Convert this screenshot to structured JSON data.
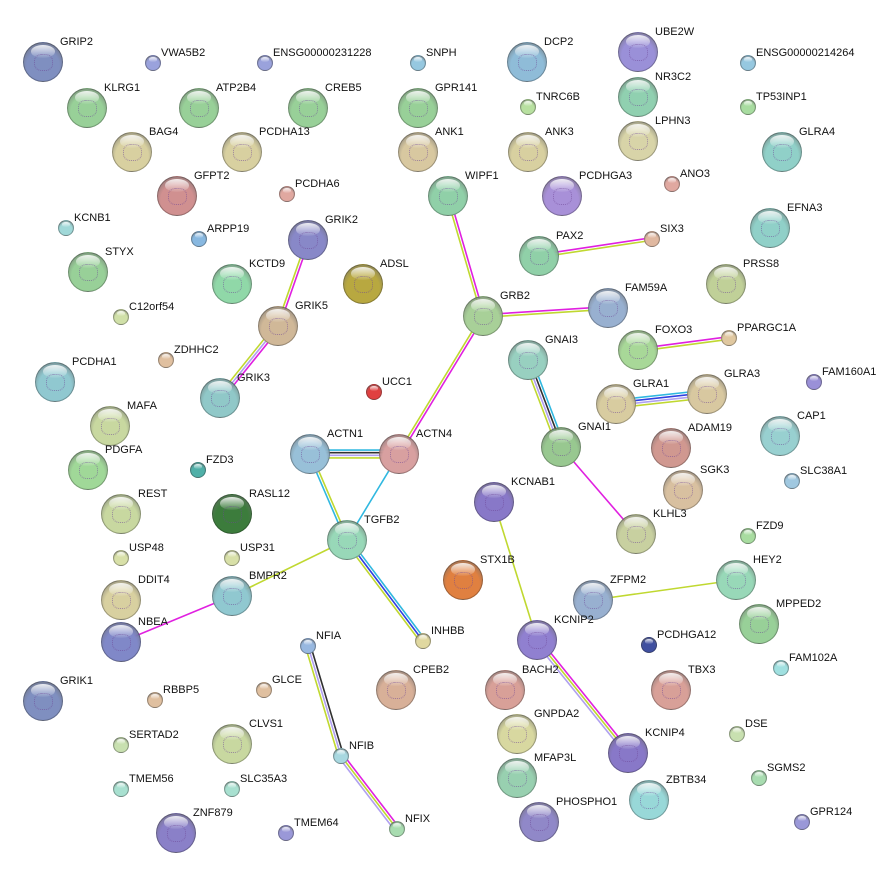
{
  "title": "STRING protein interaction network",
  "channel_colors": {
    "experiments": "#e020e0",
    "textmining": "#c0d830",
    "database": "#30b8e0",
    "coexpression": "#303030",
    "cooccurrence": "#3040e0",
    "homology": "#b0a0f0"
  },
  "nodes": [
    {
      "label": "GRIP2",
      "color": "#7f8fc0",
      "size": "big"
    },
    {
      "label": "VWA5B2",
      "color": "#9aa2dc",
      "size": "small"
    },
    {
      "label": "ENSG00000231228",
      "color": "#9aa2dc",
      "size": "small"
    },
    {
      "label": "SNPH",
      "color": "#96c8e0",
      "size": "small"
    },
    {
      "label": "DCP2",
      "color": "#8fbcd8",
      "size": "big"
    },
    {
      "label": "UBE2W",
      "color": "#9a90d8",
      "size": "big"
    },
    {
      "label": "ENSG00000214264",
      "color": "#96c8e0",
      "size": "small"
    },
    {
      "label": "KLRG1",
      "color": "#98d098",
      "size": "big"
    },
    {
      "label": "ATP2B4",
      "color": "#98d098",
      "size": "big"
    },
    {
      "label": "CREB5",
      "color": "#98d098",
      "size": "big"
    },
    {
      "label": "GPR141",
      "color": "#98d098",
      "size": "big"
    },
    {
      "label": "TNRC6B",
      "color": "#b8e0a0",
      "size": "small"
    },
    {
      "label": "NR3C2",
      "color": "#90d0b0",
      "size": "big"
    },
    {
      "label": "TP53INP1",
      "color": "#a8dca0",
      "size": "small"
    },
    {
      "label": "BAG4",
      "color": "#d8d0a0",
      "size": "big"
    },
    {
      "label": "PCDHA13",
      "color": "#d8d0a0",
      "size": "big"
    },
    {
      "label": "ANK1",
      "color": "#d8c8a0",
      "size": "big"
    },
    {
      "label": "ANK3",
      "color": "#d8d0a0",
      "size": "big"
    },
    {
      "label": "LPHN3",
      "color": "#d8d4a8",
      "size": "big"
    },
    {
      "label": "GLRA4",
      "color": "#90d0c8",
      "size": "big"
    },
    {
      "label": "GFPT2",
      "color": "#d09090",
      "size": "big"
    },
    {
      "label": "PCDHA6",
      "color": "#e0a8a0",
      "size": "small"
    },
    {
      "label": "WIPF1",
      "color": "#90d0a8",
      "size": "big"
    },
    {
      "label": "PCDHGA3",
      "color": "#a890d8",
      "size": "big"
    },
    {
      "label": "ANO3",
      "color": "#e0a8a0",
      "size": "small"
    },
    {
      "label": "KCNB1",
      "color": "#a0d8d8",
      "size": "small"
    },
    {
      "label": "ARPP19",
      "color": "#88b8e0",
      "size": "small"
    },
    {
      "label": "GRIK2",
      "color": "#8888c8",
      "size": "big"
    },
    {
      "label": "EFNA3",
      "color": "#90d0c8",
      "size": "big"
    },
    {
      "label": "SIX3",
      "color": "#e0b8a0",
      "size": "small"
    },
    {
      "label": "PAX2",
      "color": "#90d0a8",
      "size": "big"
    },
    {
      "label": "STYX",
      "color": "#98d098",
      "size": "big"
    },
    {
      "label": "KCTD9",
      "color": "#90d8a8",
      "size": "big"
    },
    {
      "label": "ADSL",
      "color": "#b8a840",
      "size": "big"
    },
    {
      "label": "PRSS8",
      "color": "#c0d098",
      "size": "big"
    },
    {
      "label": "GRB2",
      "color": "#a8d098",
      "size": "big"
    },
    {
      "label": "FAM59A",
      "color": "#98b0d0",
      "size": "big"
    },
    {
      "label": "C12orf54",
      "color": "#d0e0a8",
      "size": "small"
    },
    {
      "label": "GRIK5",
      "color": "#d0b898",
      "size": "big"
    },
    {
      "label": "PPARGC1A",
      "color": "#e0c8a0",
      "size": "small"
    },
    {
      "label": "FOXO3",
      "color": "#a8d898",
      "size": "big"
    },
    {
      "label": "ZDHHC2",
      "color": "#e0c0a0",
      "size": "small"
    },
    {
      "label": "PCDHA1",
      "color": "#90c8d0",
      "size": "big"
    },
    {
      "label": "GNAI3",
      "color": "#98d0c0",
      "size": "big"
    },
    {
      "label": "UCC1",
      "color": "#e04040",
      "size": "small"
    },
    {
      "label": "FAM160A1",
      "color": "#9a90d8",
      "size": "small"
    },
    {
      "label": "GLRA3",
      "color": "#d8c8a0",
      "size": "big"
    },
    {
      "label": "GLRA1",
      "color": "#d8cca0",
      "size": "big"
    },
    {
      "label": "GRIK3",
      "color": "#90c8c8",
      "size": "big"
    },
    {
      "label": "MAFA",
      "color": "#c8d8a0",
      "size": "big"
    },
    {
      "label": "CAP1",
      "color": "#98d0d0",
      "size": "big"
    },
    {
      "label": "ACTN1",
      "color": "#98c0d8",
      "size": "big"
    },
    {
      "label": "ACTN4",
      "color": "#d8a0a0",
      "size": "big"
    },
    {
      "label": "GNAI1",
      "color": "#98c890",
      "size": "big"
    },
    {
      "label": "ADAM19",
      "color": "#d09890",
      "size": "big"
    },
    {
      "label": "PDGFA",
      "color": "#a0d898",
      "size": "big"
    },
    {
      "label": "FZD3",
      "color": "#50b0a8",
      "size": "small"
    },
    {
      "label": "SLC38A1",
      "color": "#a0c8e0",
      "size": "small"
    },
    {
      "label": "SGK3",
      "color": "#d8c0a0",
      "size": "big"
    },
    {
      "label": "KCNAB1",
      "color": "#8878c8",
      "size": "big"
    },
    {
      "label": "REST",
      "color": "#c8d8a0",
      "size": "big"
    },
    {
      "label": "RASL12",
      "color": "#3c7c3c",
      "size": "big"
    },
    {
      "label": "TGFB2",
      "color": "#98d8b8",
      "size": "big"
    },
    {
      "label": "KLHL3",
      "color": "#c8d0a0",
      "size": "big"
    },
    {
      "label": "FZD9",
      "color": "#a8dca0",
      "size": "small"
    },
    {
      "label": "USP48",
      "color": "#d8e0a8",
      "size": "small"
    },
    {
      "label": "USP31",
      "color": "#d8e0a8",
      "size": "small"
    },
    {
      "label": "STX1B",
      "color": "#e08040",
      "size": "big"
    },
    {
      "label": "HEY2",
      "color": "#98d8b8",
      "size": "big"
    },
    {
      "label": "ZFPM2",
      "color": "#98b0d0",
      "size": "big"
    },
    {
      "label": "DDIT4",
      "color": "#d8d0a0",
      "size": "big"
    },
    {
      "label": "BMPR2",
      "color": "#90c8d0",
      "size": "big"
    },
    {
      "label": "MPPED2",
      "color": "#98d098",
      "size": "big"
    },
    {
      "label": "NBEA",
      "color": "#8088c8",
      "size": "big"
    },
    {
      "label": "KCNIP2",
      "color": "#9080d0",
      "size": "big"
    },
    {
      "label": "INHBB",
      "color": "#e0d8a0",
      "size": "small"
    },
    {
      "label": "NFIA",
      "color": "#98b8e0",
      "size": "small"
    },
    {
      "label": "PCDHGA12",
      "color": "#4050a0",
      "size": "small"
    },
    {
      "label": "FAM102A",
      "color": "#a0e0e0",
      "size": "small"
    },
    {
      "label": "GRIK1",
      "color": "#7f8fc0",
      "size": "big"
    },
    {
      "label": "CPEB2",
      "color": "#d8b098",
      "size": "big"
    },
    {
      "label": "BACH2",
      "color": "#d8a098",
      "size": "big"
    },
    {
      "label": "TBX3",
      "color": "#d8a098",
      "size": "big"
    },
    {
      "label": "RBBP5",
      "color": "#e0c0a0",
      "size": "small"
    },
    {
      "label": "GLCE",
      "color": "#e0c0a0",
      "size": "small"
    },
    {
      "label": "GNPDA2",
      "color": "#d8d8a0",
      "size": "big"
    },
    {
      "label": "SERTAD2",
      "color": "#c8e0b0",
      "size": "small"
    },
    {
      "label": "CLVS1",
      "color": "#c8d8a0",
      "size": "big"
    },
    {
      "label": "DSE",
      "color": "#c8e0b0",
      "size": "small"
    },
    {
      "label": "NFIB",
      "color": "#a8d8e0",
      "size": "small"
    },
    {
      "label": "KCNIP4",
      "color": "#8878c8",
      "size": "big"
    },
    {
      "label": "MFAP3L",
      "color": "#98d0b0",
      "size": "big"
    },
    {
      "label": "TMEM56",
      "color": "#a8e0d0",
      "size": "small"
    },
    {
      "label": "SLC35A3",
      "color": "#a8e0d0",
      "size": "small"
    },
    {
      "label": "SGMS2",
      "color": "#a8dcb0",
      "size": "small"
    },
    {
      "label": "ZBTB34",
      "color": "#98d8d8",
      "size": "big"
    },
    {
      "label": "ZNF879",
      "color": "#8a80c8",
      "size": "big"
    },
    {
      "label": "TMEM64",
      "color": "#9a98d8",
      "size": "small"
    },
    {
      "label": "NFIX",
      "color": "#a8dcb0",
      "size": "small"
    },
    {
      "label": "PHOSPHO1",
      "color": "#9088c8",
      "size": "big"
    },
    {
      "label": "GPR124",
      "color": "#9a98d8",
      "size": "small"
    }
  ],
  "edges": [
    {
      "from": "GRIK2",
      "to": "GRIK5",
      "channels": [
        "experiments",
        "textmining"
      ]
    },
    {
      "from": "GRIK5",
      "to": "GRIK3",
      "channels": [
        "experiments",
        "homology",
        "textmining"
      ]
    },
    {
      "from": "WIPF1",
      "to": "GRB2",
      "channels": [
        "experiments",
        "textmining"
      ]
    },
    {
      "from": "GRB2",
      "to": "FAM59A",
      "channels": [
        "experiments",
        "textmining"
      ]
    },
    {
      "from": "GRB2",
      "to": "ACTN4",
      "channels": [
        "experiments",
        "textmining"
      ]
    },
    {
      "from": "PAX2",
      "to": "SIX3",
      "channels": [
        "experiments",
        "textmining"
      ]
    },
    {
      "from": "FOXO3",
      "to": "PPARGC1A",
      "channels": [
        "experiments",
        "textmining"
      ]
    },
    {
      "from": "GNAI3",
      "to": "GNAI1",
      "channels": [
        "database",
        "coexpression",
        "homology",
        "textmining"
      ]
    },
    {
      "from": "GLRA1",
      "to": "GLRA3",
      "channels": [
        "database",
        "cooccurrence",
        "homology",
        "textmining"
      ]
    },
    {
      "from": "GNAI1",
      "to": "KLHL3",
      "channels": [
        "experiments"
      ]
    },
    {
      "from": "ACTN1",
      "to": "ACTN4",
      "channels": [
        "database",
        "coexpression",
        "homology",
        "textmining"
      ]
    },
    {
      "from": "ACTN1",
      "to": "TGFB2",
      "channels": [
        "textmining",
        "database"
      ]
    },
    {
      "from": "ACTN4",
      "to": "TGFB2",
      "channels": [
        "database"
      ]
    },
    {
      "from": "TGFB2",
      "to": "INHBB",
      "channels": [
        "database",
        "cooccurrence",
        "textmining"
      ]
    },
    {
      "from": "TGFB2",
      "to": "BMPR2",
      "channels": [
        "textmining"
      ]
    },
    {
      "from": "BMPR2",
      "to": "NBEA",
      "channels": [
        "experiments"
      ]
    },
    {
      "from": "KCNAB1",
      "to": "KCNIP2",
      "channels": [
        "textmining"
      ]
    },
    {
      "from": "ZFPM2",
      "to": "HEY2",
      "channels": [
        "textmining"
      ]
    },
    {
      "from": "KCNIP2",
      "to": "KCNIP4",
      "channels": [
        "experiments",
        "textmining",
        "homology"
      ]
    },
    {
      "from": "NFIA",
      "to": "NFIB",
      "channels": [
        "coexpression",
        "homology",
        "textmining"
      ]
    },
    {
      "from": "NFIB",
      "to": "NFIX",
      "channels": [
        "experiments",
        "textmining",
        "homology"
      ]
    }
  ]
}
